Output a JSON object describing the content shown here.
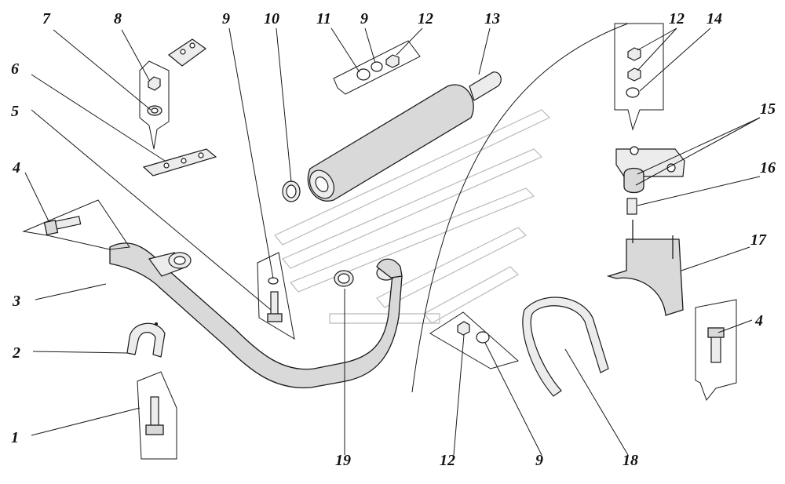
{
  "diagram": {
    "callouts": [
      {
        "id": "c1",
        "label": "1"
      },
      {
        "id": "c2",
        "label": "2"
      },
      {
        "id": "c3",
        "label": "3"
      },
      {
        "id": "c4a",
        "label": "4"
      },
      {
        "id": "c4b",
        "label": "4"
      },
      {
        "id": "c5",
        "label": "5"
      },
      {
        "id": "c6",
        "label": "6"
      },
      {
        "id": "c7",
        "label": "7"
      },
      {
        "id": "c8",
        "label": "8"
      },
      {
        "id": "c9a",
        "label": "9"
      },
      {
        "id": "c9b",
        "label": "9"
      },
      {
        "id": "c9c",
        "label": "9"
      },
      {
        "id": "c10",
        "label": "10"
      },
      {
        "id": "c11",
        "label": "11"
      },
      {
        "id": "c12a",
        "label": "12"
      },
      {
        "id": "c12b",
        "label": "12"
      },
      {
        "id": "c12c",
        "label": "12"
      },
      {
        "id": "c13",
        "label": "13"
      },
      {
        "id": "c14",
        "label": "14"
      },
      {
        "id": "c15",
        "label": "15"
      },
      {
        "id": "c16",
        "label": "16"
      },
      {
        "id": "c17",
        "label": "17"
      },
      {
        "id": "c18",
        "label": "18"
      },
      {
        "id": "c19",
        "label": "19"
      }
    ]
  }
}
